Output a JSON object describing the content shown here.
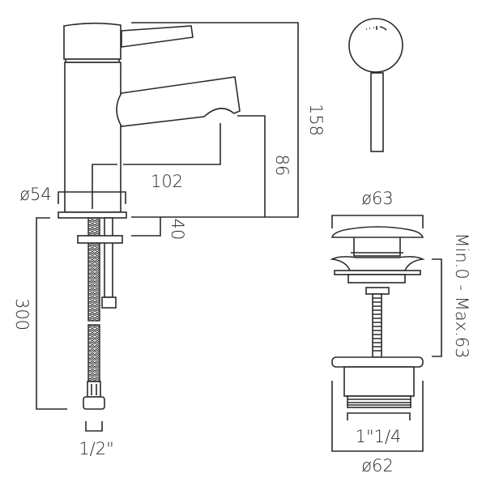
{
  "dimensions": {
    "height_total": "158",
    "spout_height": "86",
    "spout_reach": "102",
    "base_diameter": "ø54",
    "deck_thickness": "40",
    "hose_length": "300",
    "hose_connection": "1/2\"",
    "waste_cap_diameter": "ø63",
    "waste_range": "Min.0 - Max.63",
    "waste_thread": "1\"1/4",
    "waste_flange_diameter": "ø62"
  },
  "colors": {
    "line": "#2a2a2a",
    "background": "#ffffff"
  }
}
